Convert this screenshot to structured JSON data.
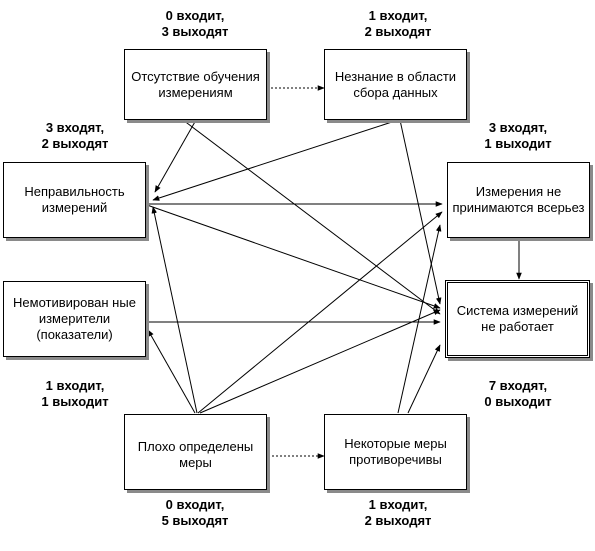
{
  "nodes": {
    "lack_training": {
      "label": "Отсутствие обучения измерениям",
      "in_out": [
        "0 входит,",
        "3 выходят"
      ]
    },
    "ignorance": {
      "label": "Незнание в области сбора данных",
      "in_out": [
        "1 входит,",
        "2 выходят"
      ]
    },
    "incorrect": {
      "label": "Неправильность измерений",
      "in_out": [
        "3 входят,",
        "2 выходят"
      ]
    },
    "not_serious": {
      "label": "Измерения не принимаются всерьез",
      "in_out": [
        "3 входят,",
        "1 выходит"
      ]
    },
    "unmotivated": {
      "label": "Немотивирован ные измерители (показатели)",
      "in_out": [
        "1 входит,",
        "1 выходит"
      ]
    },
    "system": {
      "label": "Система измерений не работает",
      "in_out": [
        "7 входят,",
        "0 выходит"
      ]
    },
    "poorly_defined": {
      "label": "Плохо определены меры",
      "in_out": [
        "0 входит,",
        "5 выходят"
      ]
    },
    "contradictory": {
      "label": "Некоторые меры противоречивы",
      "in_out": [
        "1 входит,",
        "2 выходят"
      ]
    }
  },
  "edges": [
    {
      "from": "lack_training",
      "to": "ignorance",
      "style": "dotted"
    },
    {
      "from": "lack_training",
      "to": "incorrect",
      "style": "solid"
    },
    {
      "from": "lack_training",
      "to": "system",
      "style": "solid"
    },
    {
      "from": "ignorance",
      "to": "incorrect",
      "style": "solid"
    },
    {
      "from": "ignorance",
      "to": "system",
      "style": "solid"
    },
    {
      "from": "incorrect",
      "to": "not_serious",
      "style": "solid"
    },
    {
      "from": "incorrect",
      "to": "system",
      "style": "solid"
    },
    {
      "from": "not_serious",
      "to": "system",
      "style": "solid"
    },
    {
      "from": "unmotivated",
      "to": "system",
      "style": "solid"
    },
    {
      "from": "poorly_defined",
      "to": "incorrect",
      "style": "solid"
    },
    {
      "from": "poorly_defined",
      "to": "not_serious",
      "style": "solid"
    },
    {
      "from": "poorly_defined",
      "to": "system",
      "style": "solid"
    },
    {
      "from": "poorly_defined",
      "to": "unmotivated",
      "style": "solid"
    },
    {
      "from": "poorly_defined",
      "to": "contradictory",
      "style": "dotted"
    },
    {
      "from": "contradictory",
      "to": "not_serious",
      "style": "solid"
    },
    {
      "from": "contradictory",
      "to": "system",
      "style": "solid"
    }
  ]
}
